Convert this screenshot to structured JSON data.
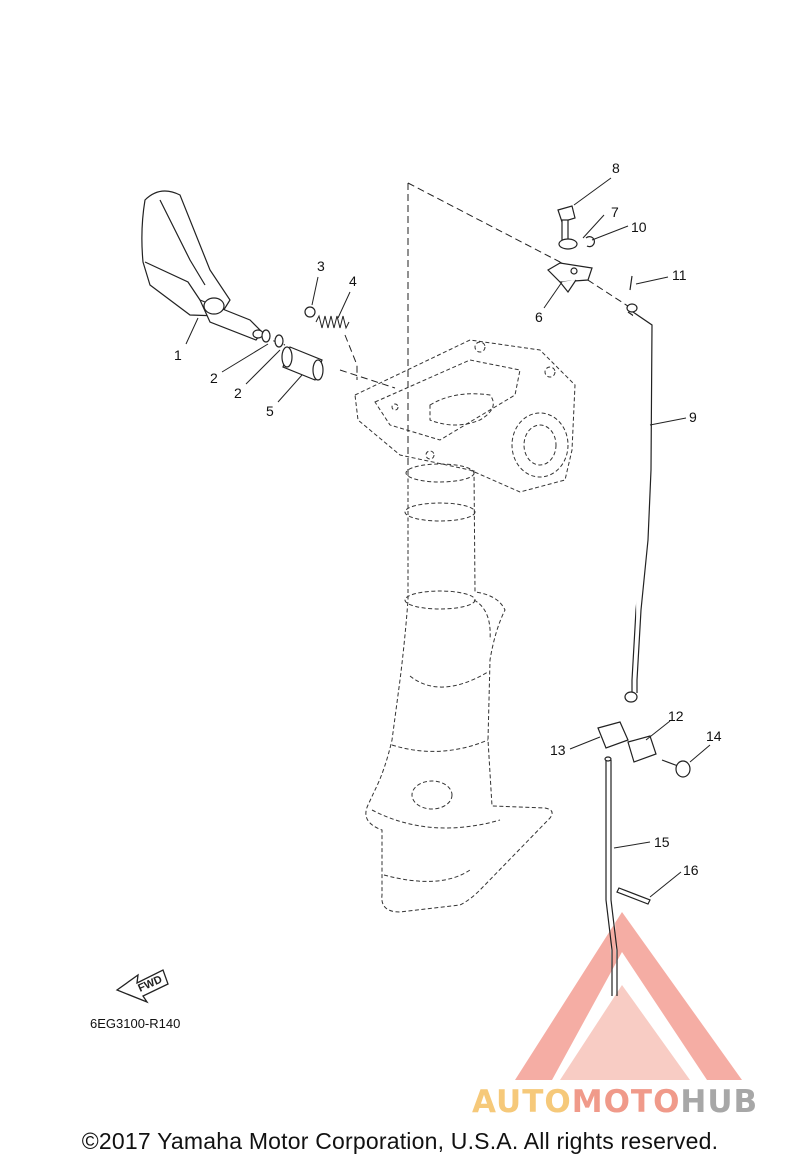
{
  "diagram": {
    "code": "6EG3100-R140",
    "fwd_label": "FWD",
    "copyright": "©2017 Yamaha Motor Corporation, U.S.A. All rights reserved.",
    "watermark": {
      "part1": "AUTO",
      "part2": "MOTO",
      "part3": "HUB"
    },
    "callouts": {
      "c1": "1",
      "c2a": "2",
      "c2b": "2",
      "c3": "3",
      "c4": "4",
      "c5": "5",
      "c6": "6",
      "c7": "7",
      "c8": "8",
      "c9": "9",
      "c10": "10",
      "c11": "11",
      "c12": "12",
      "c13": "13",
      "c14": "14",
      "c15": "15",
      "c16": "16"
    }
  },
  "colors": {
    "watermark_yellow": "#f6c97a",
    "watermark_red": "#f09a8a",
    "watermark_gray": "#a7a7a7",
    "line": "#222222"
  }
}
